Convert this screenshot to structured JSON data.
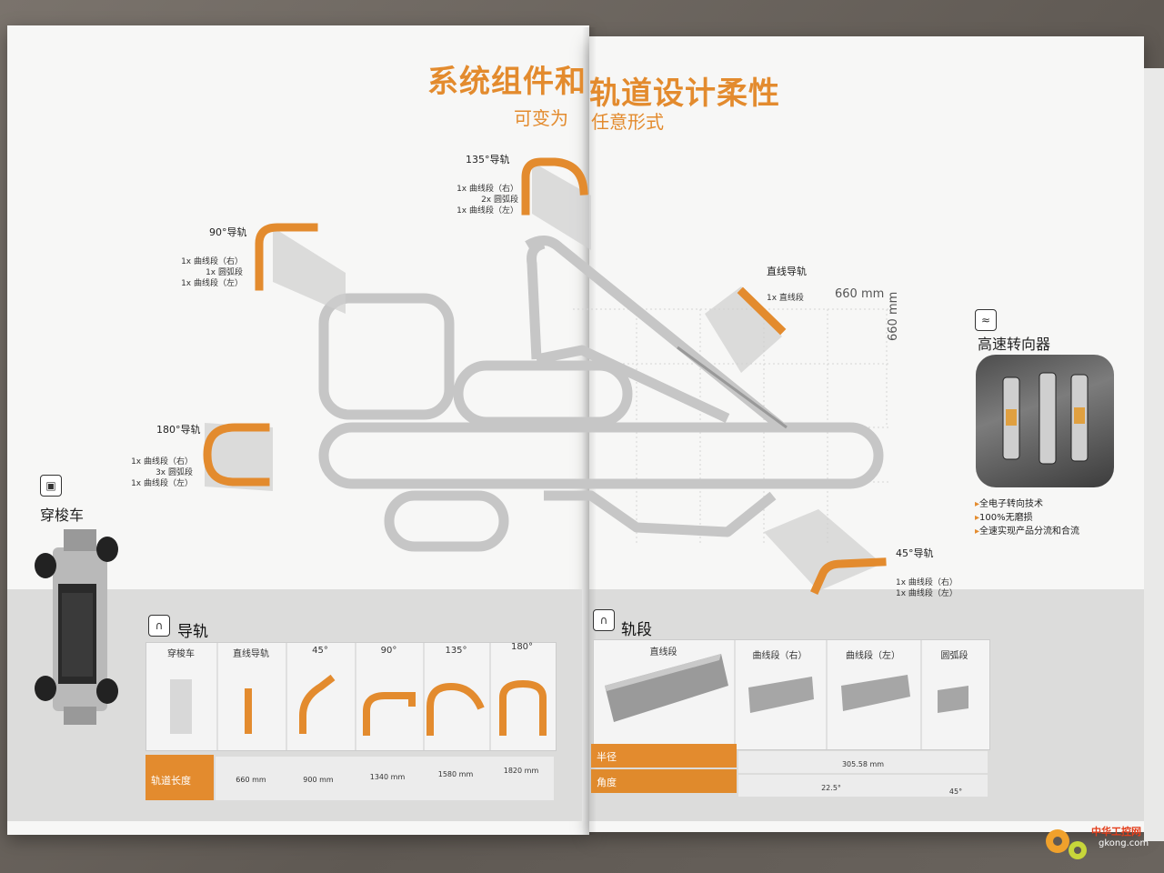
{
  "title": {
    "left": "系统组件和",
    "right": "轨道设计柔性"
  },
  "subtitle": {
    "left": "可变为",
    "right": "任意形式"
  },
  "guides": {
    "deg135": {
      "name": "135°导轨",
      "lines": [
        "1x 曲线段（右）",
        "2x 圆弧段",
        "1x 曲线段（左）"
      ]
    },
    "deg90": {
      "name": "90°导轨",
      "lines": [
        "1x 曲线段（右）",
        "1x 圆弧段",
        "1x 曲线段（左）"
      ]
    },
    "deg180": {
      "name": "180°导轨",
      "lines": [
        "1x 曲线段（右）",
        "3x 圆弧段",
        "1x 曲线段（左）"
      ]
    },
    "straight": {
      "name": "直线导轨",
      "lines": [
        "1x 直线段"
      ]
    },
    "deg45": {
      "name": "45°导轨",
      "lines": [
        "1x 曲线段（右）",
        "1x 曲线段（左）"
      ]
    }
  },
  "dimensions": {
    "h": "660 mm",
    "v": "660 mm"
  },
  "diverter": {
    "title": "高速转向器",
    "bullets": [
      "全电子转向技术",
      "100%无磨损",
      "全速实现产品分流和合流"
    ]
  },
  "shuttle": {
    "label": "穿梭车"
  },
  "rail_section": {
    "title": "导轨",
    "columns": [
      "穿梭车",
      "直线导轨",
      "45°",
      "90°",
      "135°",
      "180°"
    ],
    "length_label": "轨道长度",
    "lengths": [
      "660 mm",
      "900 mm",
      "1340 mm",
      "1580 mm",
      "1820 mm"
    ]
  },
  "segment_section": {
    "title": "轨段",
    "columns": [
      "直线段",
      "曲线段（右）",
      "曲线段（左）",
      "圆弧段"
    ],
    "radius_label": "半径",
    "angle_label": "角度",
    "radius_value": "305.58 mm",
    "angle_value_1": "22.5°",
    "angle_value_2": "45°"
  },
  "watermark": {
    "name": "中华工控网",
    "url": "gkong.com"
  },
  "colors": {
    "accent": "#e38b2e",
    "track": "#c8c8c8"
  }
}
